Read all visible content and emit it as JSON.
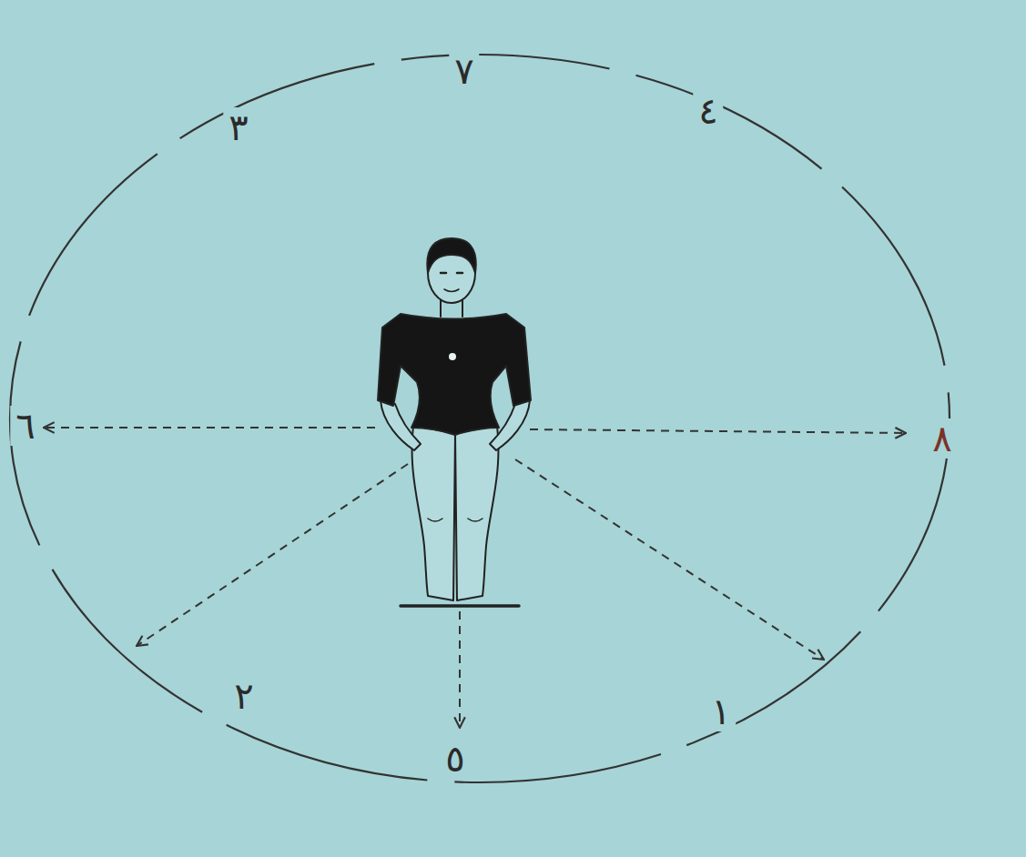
{
  "diagram": {
    "labels": [
      "٧",
      "٣",
      "٤",
      "٦",
      "٨",
      "٢",
      "٥",
      "١"
    ]
  }
}
